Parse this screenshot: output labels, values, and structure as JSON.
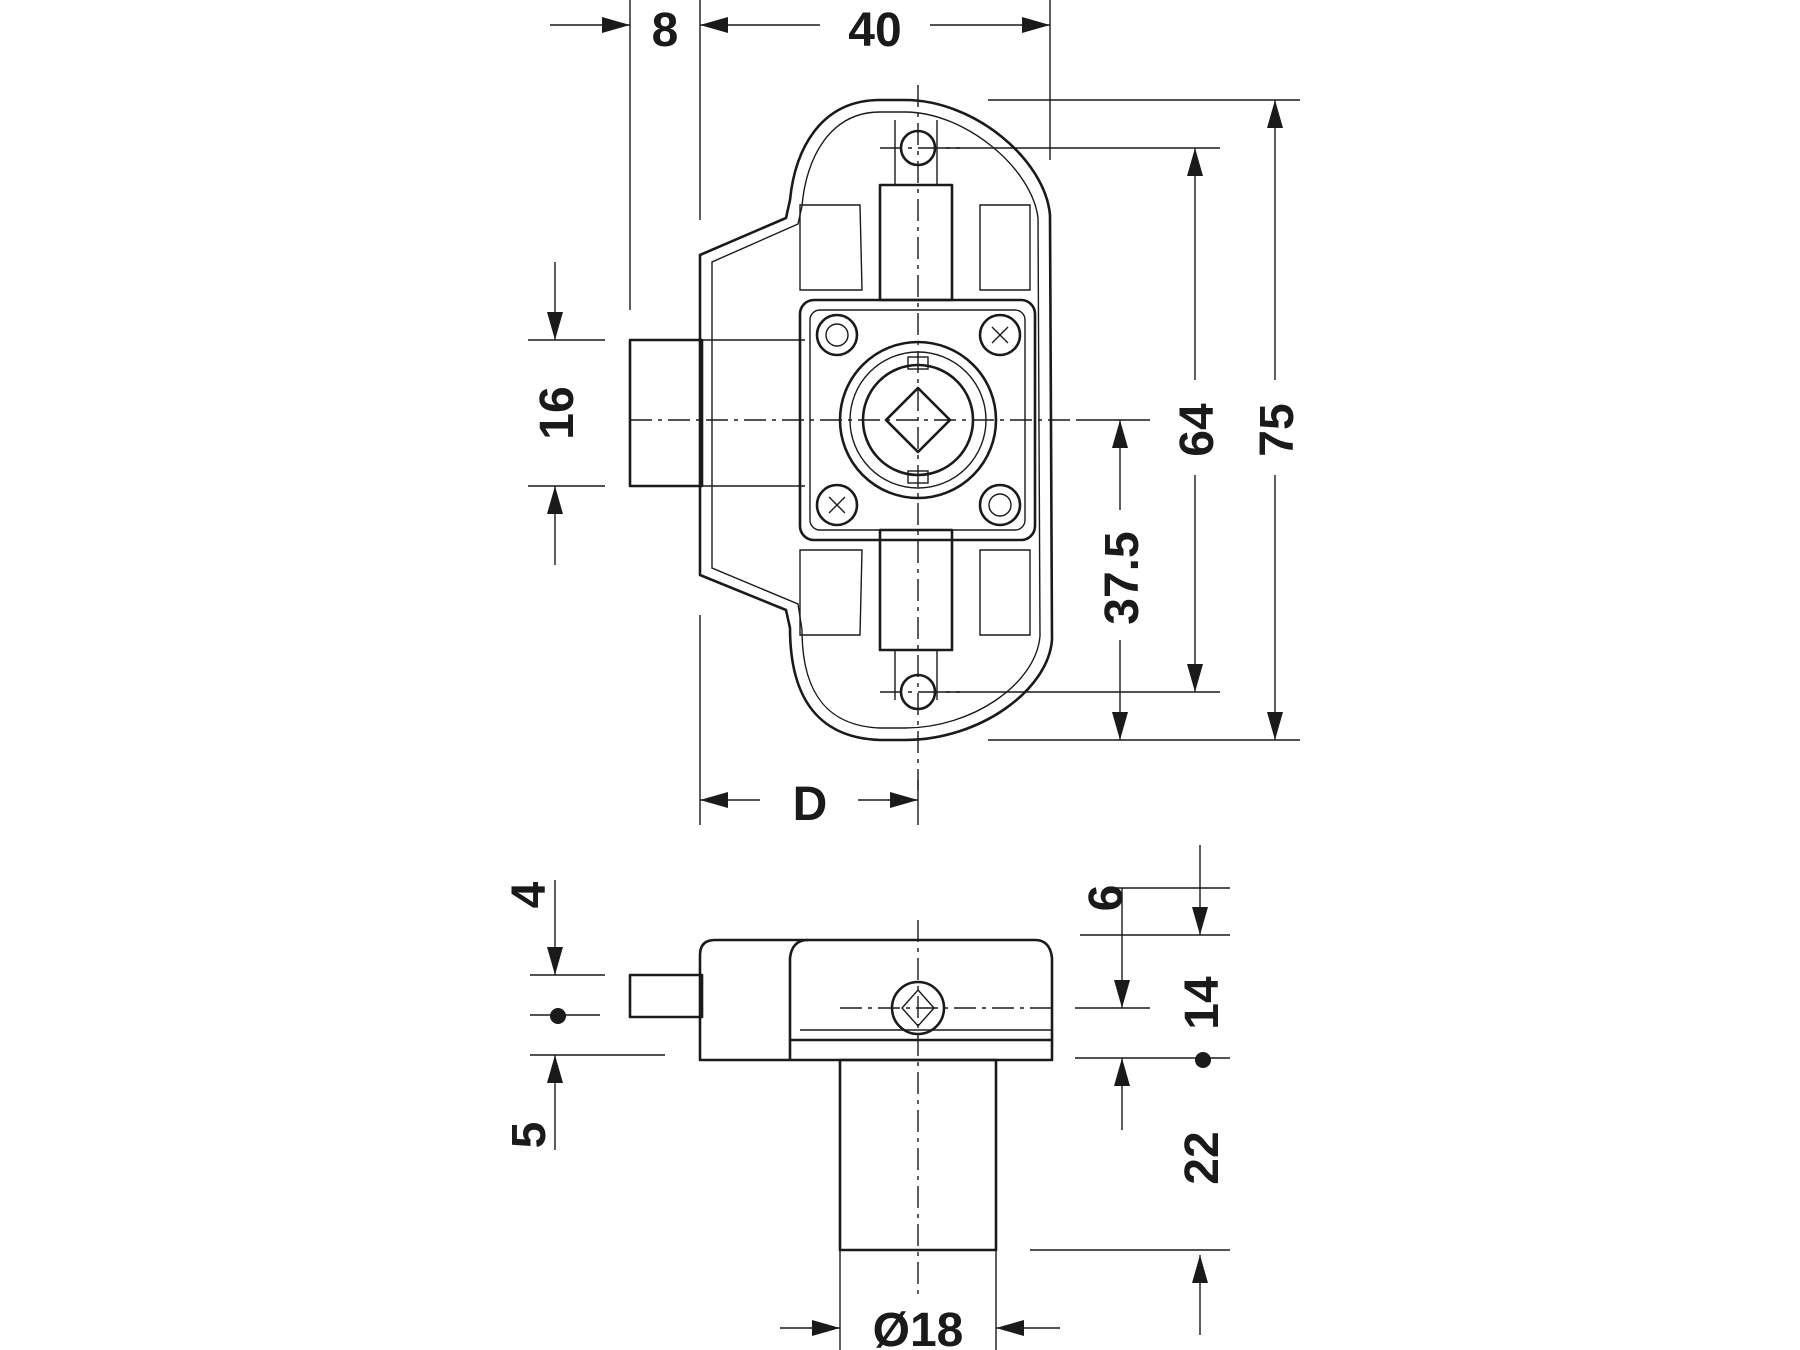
{
  "dimensions": {
    "bolt_offset": "8",
    "housing_width": "40",
    "bolt_height": "16",
    "hole_spacing": "64",
    "total_height": "75",
    "center_to_hole": "37.5",
    "backset": "D",
    "bolt_top": "4",
    "bolt_bottom": "5",
    "plate_thickness": "6",
    "housing_depth": "14",
    "cylinder_length": "22",
    "cylinder_diameter": "Ø18"
  },
  "colors": {
    "line": "#1a1a1a",
    "background": "#ffffff"
  }
}
